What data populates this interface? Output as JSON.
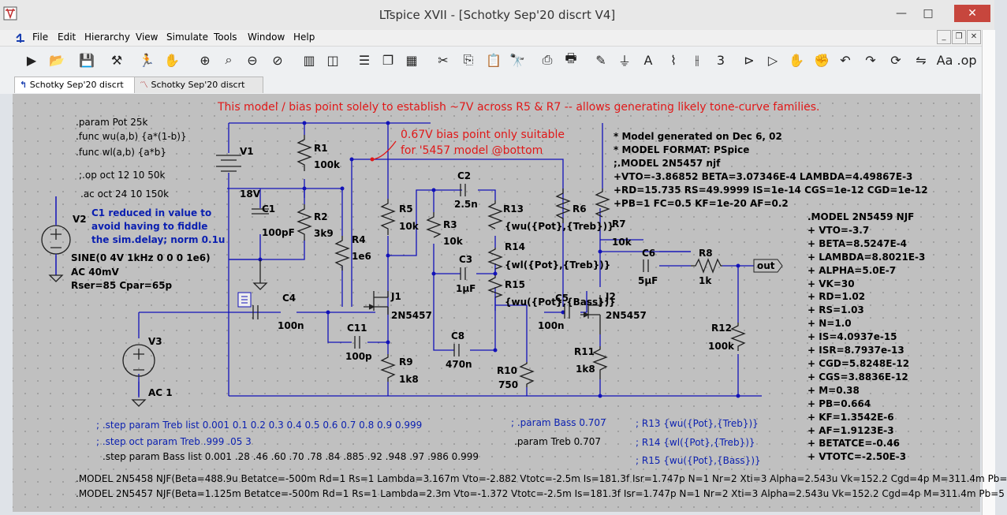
{
  "window": {
    "title": "LTspice XVII - [Schotky Sep'20 discrt V4]",
    "minimize": "—",
    "maximize": "□",
    "close": "✕"
  },
  "menu": [
    "File",
    "Edit",
    "Hierarchy",
    "View",
    "Simulate",
    "Tools",
    "Window",
    "Help"
  ],
  "tabs": [
    {
      "label": "Schotky Sep'20 discrt V4",
      "active": true
    },
    {
      "label": "Schotky Sep'20 discrt V4",
      "active": false
    }
  ],
  "toolbar_icons": [
    "run-icon",
    "open-icon",
    "save-icon",
    "control-panel-icon",
    "run-man-icon",
    "pan-hand-icon",
    "zoom-in-icon",
    "zoom-area-icon",
    "zoom-out-icon",
    "zoom-cancel-icon",
    "autorange-icon",
    "fft-icon",
    "tile-horizontal-icon",
    "cascade-icon",
    "tile-vertical-icon",
    "cut-icon",
    "copy-icon",
    "paste-icon",
    "find-icon",
    "print-setup-icon",
    "print-icon",
    "draw-wire-icon",
    "ground-icon",
    "label-net-icon",
    "resistor-icon",
    "capacitor-icon",
    "inductor-icon",
    "diode-icon",
    "component-icon",
    "move-hand-icon",
    "drag-hand-icon",
    "undo-icon",
    "redo-icon",
    "rotate-icon",
    "mirror-icon",
    "text-icon",
    "spice-directive-icon"
  ],
  "texts": {
    "headline": "This model / bias point solely to establish ~7V across R5 & R7 -- allows generating likely tone-curve families.",
    "bias_note_1": "0.67V bias point only suitable",
    "bias_note_2": "for '5457 model @bottom",
    "param_pot": ".param Pot 25k",
    "func_wu": ".func wu(a,b) {a*(1-b)}",
    "func_wl": ".func wl(a,b) {a*b}",
    "op": ";.op oct 12 10 50k",
    "ac": ".ac oct 24 10 150k",
    "c1_note_1": "C1 reduced in value to",
    "c1_note_2": "avoid having to fiddle",
    "c1_note_3": "the sim.delay; norm 0.1u",
    "v2_sine": "SINE(0 4V 1kHz 0 0 0 1e6)",
    "v2_ac": "AC 40mV",
    "v2_rser": "Rser=85 Cpar=65p",
    "v3_ac": "AC 1",
    "step_treb_list": "; .step param Treb list 0.001 0.1 0.2 0.3 0.4 0.5 0.6 0.7 0.8 0.9 0.999",
    "step_treb_oct": "; .step oct param Treb .999 .05 3",
    "step_bass": ".step param Bass list 0.001 .28 .46 .60 .70 .78 .84 .885 .92 .948 .97 .986 0.999",
    "param_bass": "; .param Bass 0.707",
    "param_treb": ".param Treb 0.707",
    "r13_note": "; R13 {wu({Pot},{Treb})}",
    "r14_note": "; R14 {wl({Pot},{Treb})}",
    "r15_note": "; R15 {wu({Pot},{Bass})}",
    "model_2n5458": ".MODEL 2N5458 NJF(Beta=488.9u Betatce=-500m Rd=1 Rs=1 Lambda=3.167m Vto=-2.882 Vtotc=-2.5m Is=181.3f Isr=1.747p N=1 Nr=2 Xti=3 Alpha=2.543u Vk=152.2 Cgd=4p M=311.4m Pb=",
    "model_2n5457": ".MODEL 2N5457 NJF(Beta=1.125m Betatce=-500m Rd=1 Rs=1 Lambda=2.3m Vto=-1.372 Vtotc=-2.5m Is=181.3f Isr=1.747p N=1 Nr=2 Xti=3 Alpha=2.543u Vk=152.2 Cgd=4p M=311.4m Pb=5"
  },
  "model_block_a": [
    "* Model generated on Dec  6, 02",
    "* MODEL FORMAT: PSpice",
    ";.MODEL 2N5457 njf",
    "+VTO=-3.86852 BETA=3.07346E-4 LAMBDA=4.49867E-3",
    "+RD=15.735 RS=49.9999 IS=1e-14 CGS=1e-12 CGD=1e-12",
    "+PB=1 FC=0.5 KF=1e-20 AF=0.2"
  ],
  "model_block_b": [
    ".MODEL 2N5459 NJF",
    "+ VTO=-3.7",
    "+ BETA=8.5247E-4",
    "+ LAMBDA=8.8021E-3",
    "+ ALPHA=5.0E-7",
    "+ VK=30",
    "+ RD=1.02",
    "+ RS=1.03",
    "+ N=1.0",
    "+ IS=4.0937e-15",
    "+ ISR=8.7937e-13",
    "+ CGD=5.8248E-12",
    "+ CGS=3.8836E-12",
    "+ M=0.38",
    "+ PB=0.664",
    "+ KF=1.3542E-6",
    "+ AF=1.9123E-3",
    "+ BETATCE=-0.46",
    "+ VTOTC=-2.50E-3"
  ],
  "components": {
    "V1": {
      "name": "V1",
      "value": "18V"
    },
    "V2": {
      "name": "V2"
    },
    "V3": {
      "name": "V3"
    },
    "R1": {
      "name": "R1",
      "value": "100k"
    },
    "R2": {
      "name": "R2",
      "value": "3k9"
    },
    "R3": {
      "name": "R3",
      "value": "10k"
    },
    "R4": {
      "name": "R4",
      "value": "1e6"
    },
    "R5": {
      "name": "R5",
      "value": "10k"
    },
    "R6": {
      "name": "R6"
    },
    "R7": {
      "name": "R7",
      "value": "10k"
    },
    "R8": {
      "name": "R8",
      "value": "1k"
    },
    "R9": {
      "name": "R9",
      "value": "1k8"
    },
    "R10": {
      "name": "R10",
      "value": "750"
    },
    "R11": {
      "name": "R11",
      "value": "1k8"
    },
    "R12": {
      "name": "R12",
      "value": "100k"
    },
    "R13": {
      "name": "R13",
      "value": "{wu({Pot},{Treb})}"
    },
    "R14": {
      "name": "R14",
      "value": "{wl({Pot},{Treb})}"
    },
    "R15": {
      "name": "R15",
      "value": "{wu({Pot},{Bass})}"
    },
    "C1": {
      "name": "C1",
      "value": "100pF"
    },
    "C2": {
      "name": "C2",
      "value": "2.5n"
    },
    "C3": {
      "name": "C3",
      "value": "1µF"
    },
    "C4": {
      "name": "C4",
      "value": "100n"
    },
    "C5": {
      "name": "C5",
      "value": "100n"
    },
    "C6": {
      "name": "C6",
      "value": "5µF"
    },
    "C8": {
      "name": "C8",
      "value": "470n"
    },
    "C11": {
      "name": "C11",
      "value": "100p"
    },
    "J1": {
      "name": "J1",
      "value": "2N5457"
    },
    "J2": {
      "name": "J2",
      "value": "2N5457"
    },
    "out": "out"
  },
  "colors": {
    "wire": "#1212b8",
    "component": "#202020",
    "comment_blue": "#0a1fb0",
    "comment_red": "#e01818",
    "canvas": "#c0c0c0"
  }
}
